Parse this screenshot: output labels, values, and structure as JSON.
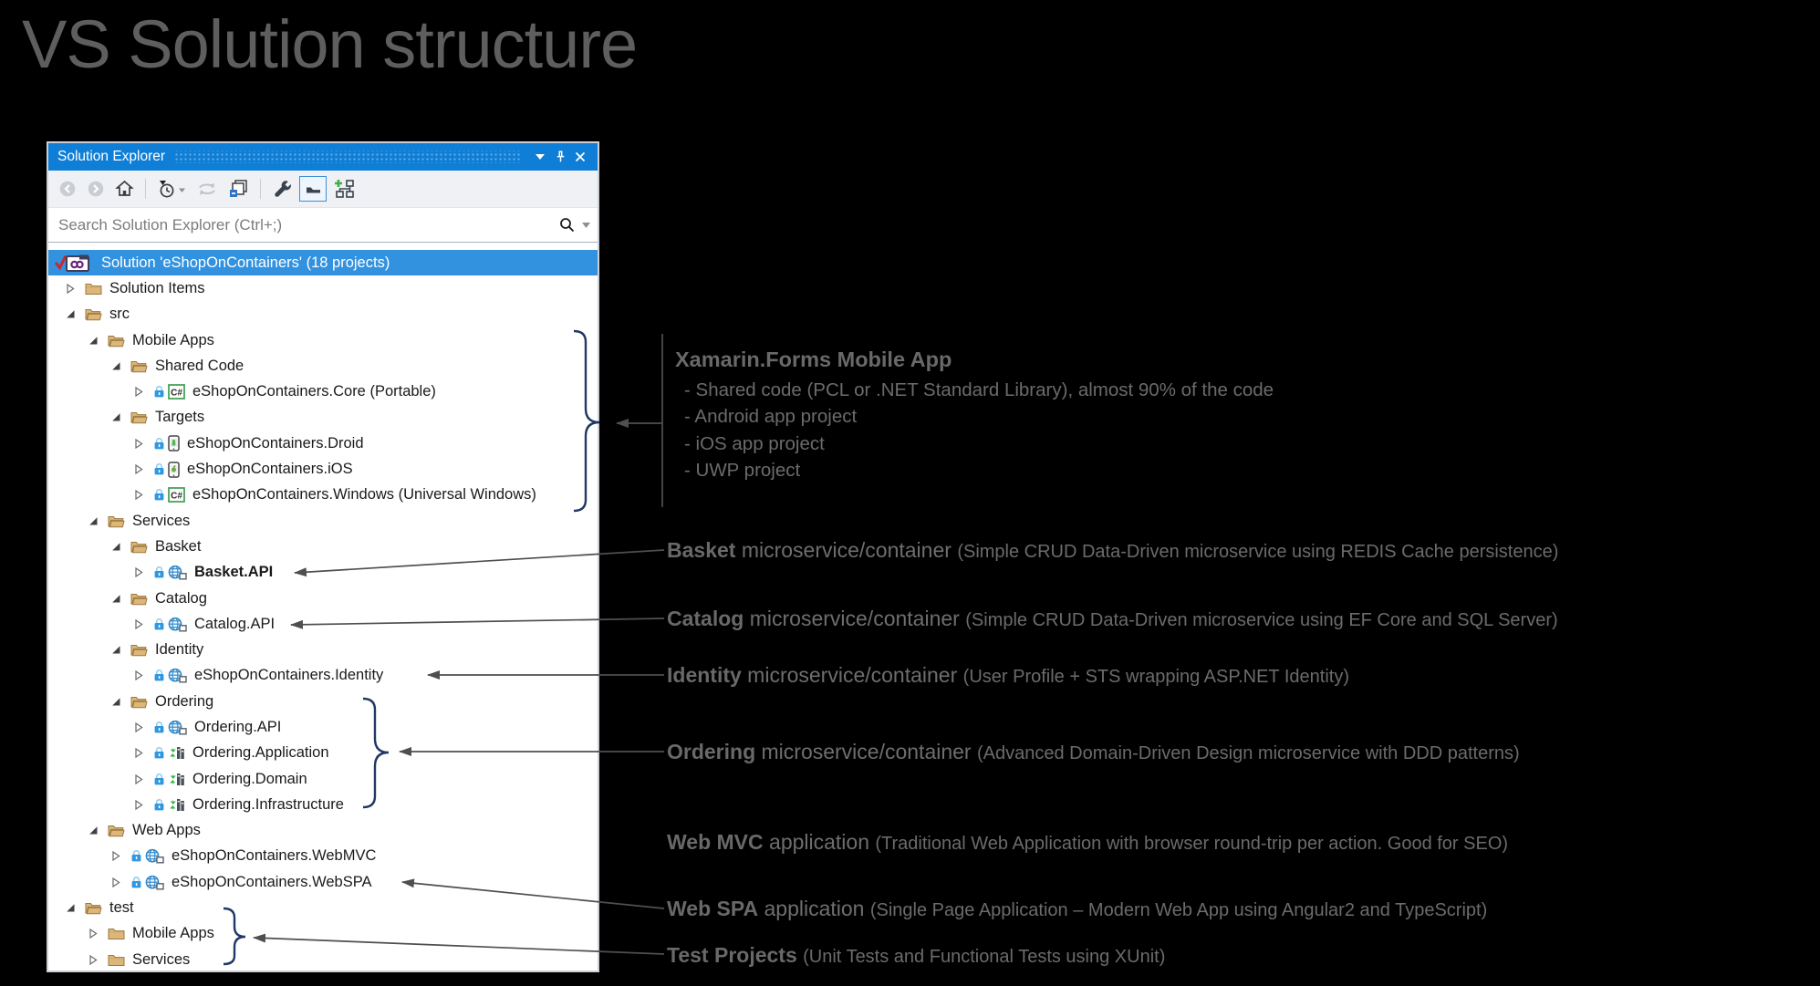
{
  "page_title": "VS Solution structure",
  "panel": {
    "title": "Solution Explorer",
    "titlebar_icons": [
      "chevron-down-icon",
      "pin-icon",
      "close-icon"
    ],
    "toolbar_icons": [
      "back-icon",
      "forward-icon",
      "home-icon",
      "history-icon",
      "refresh-icon",
      "collapse-all-icon",
      "properties-icon",
      "show-all-files-icon",
      "sync-active-document-icon"
    ],
    "toolbar_active_icon": "show-all-files-icon",
    "search": {
      "placeholder": "Search Solution Explorer (Ctrl+;)"
    },
    "tree": [
      {
        "label": "Solution 'eShopOnContainers' (18 projects)",
        "icon": "solution",
        "level": 0,
        "expand": "none",
        "selected": true
      },
      {
        "label": "Solution Items",
        "icon": "folder-closed",
        "level": 1,
        "expand": "collapsed"
      },
      {
        "label": "src",
        "icon": "folder-open",
        "level": 1,
        "expand": "expanded"
      },
      {
        "label": "Mobile Apps",
        "icon": "folder-open",
        "level": 2,
        "expand": "expanded"
      },
      {
        "label": "Shared Code",
        "icon": "folder-open",
        "level": 3,
        "expand": "expanded"
      },
      {
        "label": "eShopOnContainers.Core (Portable)",
        "icon": "csharp",
        "level": 4,
        "expand": "collapsed",
        "lock": true
      },
      {
        "label": "Targets",
        "icon": "folder-open",
        "level": 3,
        "expand": "expanded"
      },
      {
        "label": "eShopOnContainers.Droid",
        "icon": "droid",
        "level": 4,
        "expand": "collapsed",
        "lock": true
      },
      {
        "label": "eShopOnContainers.iOS",
        "icon": "ios",
        "level": 4,
        "expand": "collapsed",
        "lock": true
      },
      {
        "label": "eShopOnContainers.Windows (Universal Windows)",
        "icon": "csharp",
        "level": 4,
        "expand": "collapsed",
        "lock": true
      },
      {
        "label": "Services",
        "icon": "folder-open",
        "level": 2,
        "expand": "expanded"
      },
      {
        "label": "Basket",
        "icon": "folder-open",
        "level": 3,
        "expand": "expanded"
      },
      {
        "label": "Basket.API",
        "icon": "web",
        "level": 4,
        "expand": "collapsed",
        "lock": true,
        "bold": true
      },
      {
        "label": "Catalog",
        "icon": "folder-open",
        "level": 3,
        "expand": "expanded"
      },
      {
        "label": "Catalog.API",
        "icon": "web",
        "level": 4,
        "expand": "collapsed",
        "lock": true
      },
      {
        "label": "Identity",
        "icon": "folder-open",
        "level": 3,
        "expand": "expanded"
      },
      {
        "label": "eShopOnContainers.Identity",
        "icon": "web",
        "level": 4,
        "expand": "collapsed",
        "lock": true
      },
      {
        "label": "Ordering",
        "icon": "folder-open",
        "level": 3,
        "expand": "expanded"
      },
      {
        "label": "Ordering.API",
        "icon": "web",
        "level": 4,
        "expand": "collapsed",
        "lock": true
      },
      {
        "label": "Ordering.Application",
        "icon": "classlib",
        "level": 4,
        "expand": "collapsed",
        "lock": true
      },
      {
        "label": "Ordering.Domain",
        "icon": "classlib",
        "level": 4,
        "expand": "collapsed",
        "lock": true
      },
      {
        "label": "Ordering.Infrastructure",
        "icon": "classlib",
        "level": 4,
        "expand": "collapsed",
        "lock": true
      },
      {
        "label": "Web Apps",
        "icon": "folder-open",
        "level": 2,
        "expand": "expanded"
      },
      {
        "label": "eShopOnContainers.WebMVC",
        "icon": "web",
        "level": 3,
        "expand": "collapsed",
        "lock": true
      },
      {
        "label": "eShopOnContainers.WebSPA",
        "icon": "web",
        "level": 3,
        "expand": "collapsed",
        "lock": true
      },
      {
        "label": "test",
        "icon": "folder-open",
        "level": 1,
        "expand": "expanded"
      },
      {
        "label": "Mobile Apps",
        "icon": "folder-closed",
        "level": 2,
        "expand": "collapsed"
      },
      {
        "label": "Services",
        "icon": "folder-closed",
        "level": 2,
        "expand": "collapsed"
      }
    ]
  },
  "annotations": [
    {
      "id": "xamarin",
      "title": "Xamarin.Forms Mobile App",
      "bullets": [
        "- Shared code (PCL or .NET Standard Library), almost 90% of the code",
        "- Android app project",
        "- iOS app project",
        "- UWP project"
      ]
    },
    {
      "id": "basket",
      "bold": "Basket",
      "mid": "microservice/container",
      "paren": "(Simple CRUD Data-Driven microservice using REDIS Cache persistence)"
    },
    {
      "id": "catalog",
      "bold": "Catalog",
      "mid": "microservice/container",
      "paren": "(Simple CRUD Data-Driven microservice using EF Core and SQL Server)"
    },
    {
      "id": "identity",
      "bold": "Identity",
      "mid": "microservice/container",
      "paren": "(User Profile + STS wrapping ASP.NET Identity)"
    },
    {
      "id": "ordering",
      "bold": "Ordering",
      "mid": "microservice/container",
      "paren": "(Advanced Domain-Driven Design microservice with DDD patterns)"
    },
    {
      "id": "webmvc",
      "bold": "Web MVC",
      "mid": "application",
      "paren": "(Traditional Web Application with browser round-trip per action. Good for SEO)"
    },
    {
      "id": "webspa",
      "bold": "Web SPA",
      "mid": "application",
      "paren": "(Single Page Application – Modern Web App using Angular2 and TypeScript)"
    },
    {
      "id": "test",
      "bold": "Test Projects",
      "mid": "",
      "paren": "(Unit Tests and Functional Tests using XUnit)"
    }
  ],
  "colors": {
    "titlebar_blue": "#0e7ed6",
    "selection_blue": "#3392df",
    "folder_tan": "#dcb67a",
    "brace_navy": "#1f3864",
    "arrow_gray": "#4f4f4f",
    "annotation_gray": "#6a6a6a",
    "page_title_gray": "#5e5e5e",
    "lock_blue": "#2f97e0",
    "csharp_green": "#3e9e4e",
    "vs_purple": "#68217a",
    "check_red": "#c8282d"
  }
}
